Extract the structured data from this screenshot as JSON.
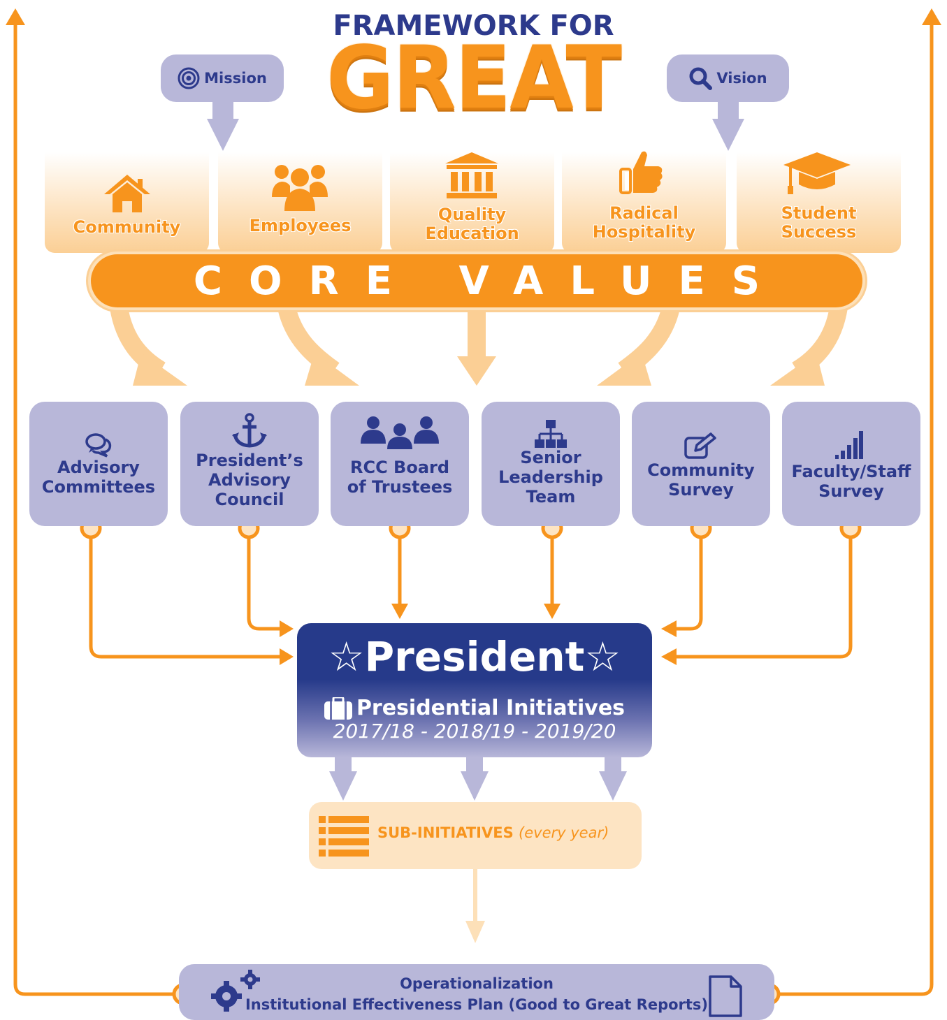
{
  "header": {
    "title_line1": "FRAMEWORK FOR",
    "title_line2": "GREAT"
  },
  "guides": {
    "mission": {
      "label": "Mission",
      "icon": "target-icon"
    },
    "vision": {
      "label": "Vision",
      "icon": "magnifier-icon"
    }
  },
  "core_values": {
    "banner": "CORE VALUES",
    "items": [
      {
        "line1": "Community",
        "line2": "",
        "icon": "house-icon"
      },
      {
        "line1": "Employees",
        "line2": "",
        "icon": "people-group-icon"
      },
      {
        "line1": "Quality",
        "line2": "Education",
        "icon": "institution-icon"
      },
      {
        "line1": "Radical",
        "line2": "Hospitality",
        "icon": "thumbs-up-icon"
      },
      {
        "line1": "Student",
        "line2": "Success",
        "icon": "graduation-cap-icon"
      }
    ]
  },
  "inputs": [
    {
      "line1": "Advisory",
      "line2": "Committees",
      "line3": "",
      "icon": "chat-bubbles-icon"
    },
    {
      "line1": "President’s",
      "line2": "Advisory",
      "line3": "Council",
      "icon": "anchor-icon"
    },
    {
      "line1": "RCC Board",
      "line2": "of Trustees",
      "line3": "",
      "icon": "board-members-icon"
    },
    {
      "line1": "Senior",
      "line2": "Leadership",
      "line3": "Team",
      "icon": "org-chart-icon"
    },
    {
      "line1": "Community",
      "line2": "Survey",
      "line3": "",
      "icon": "edit-form-icon"
    },
    {
      "line1": "Faculty/Staff",
      "line2": "Survey",
      "line3": "",
      "icon": "signal-bars-icon"
    }
  ],
  "president": {
    "title": "☆President☆",
    "initiatives": "Presidential Initiatives",
    "years": "2017/18 - 2018/19 - 2019/20",
    "icon": "briefcase-icon"
  },
  "sub_initiatives": {
    "label": "SUB-INITIATIVES",
    "note": "(every year)",
    "icon": "list-icon"
  },
  "operationalization": {
    "title": "Operationalization",
    "subtitle": "Institutional Effectiveness Plan (Good to Great Reports)",
    "icon_left": "gears-icon",
    "icon_right": "document-icon"
  },
  "colors": {
    "navy": "#2d3a8c",
    "orange": "#f7941d",
    "light_orange": "#fbcf95",
    "lavender": "#b8b7d9"
  }
}
